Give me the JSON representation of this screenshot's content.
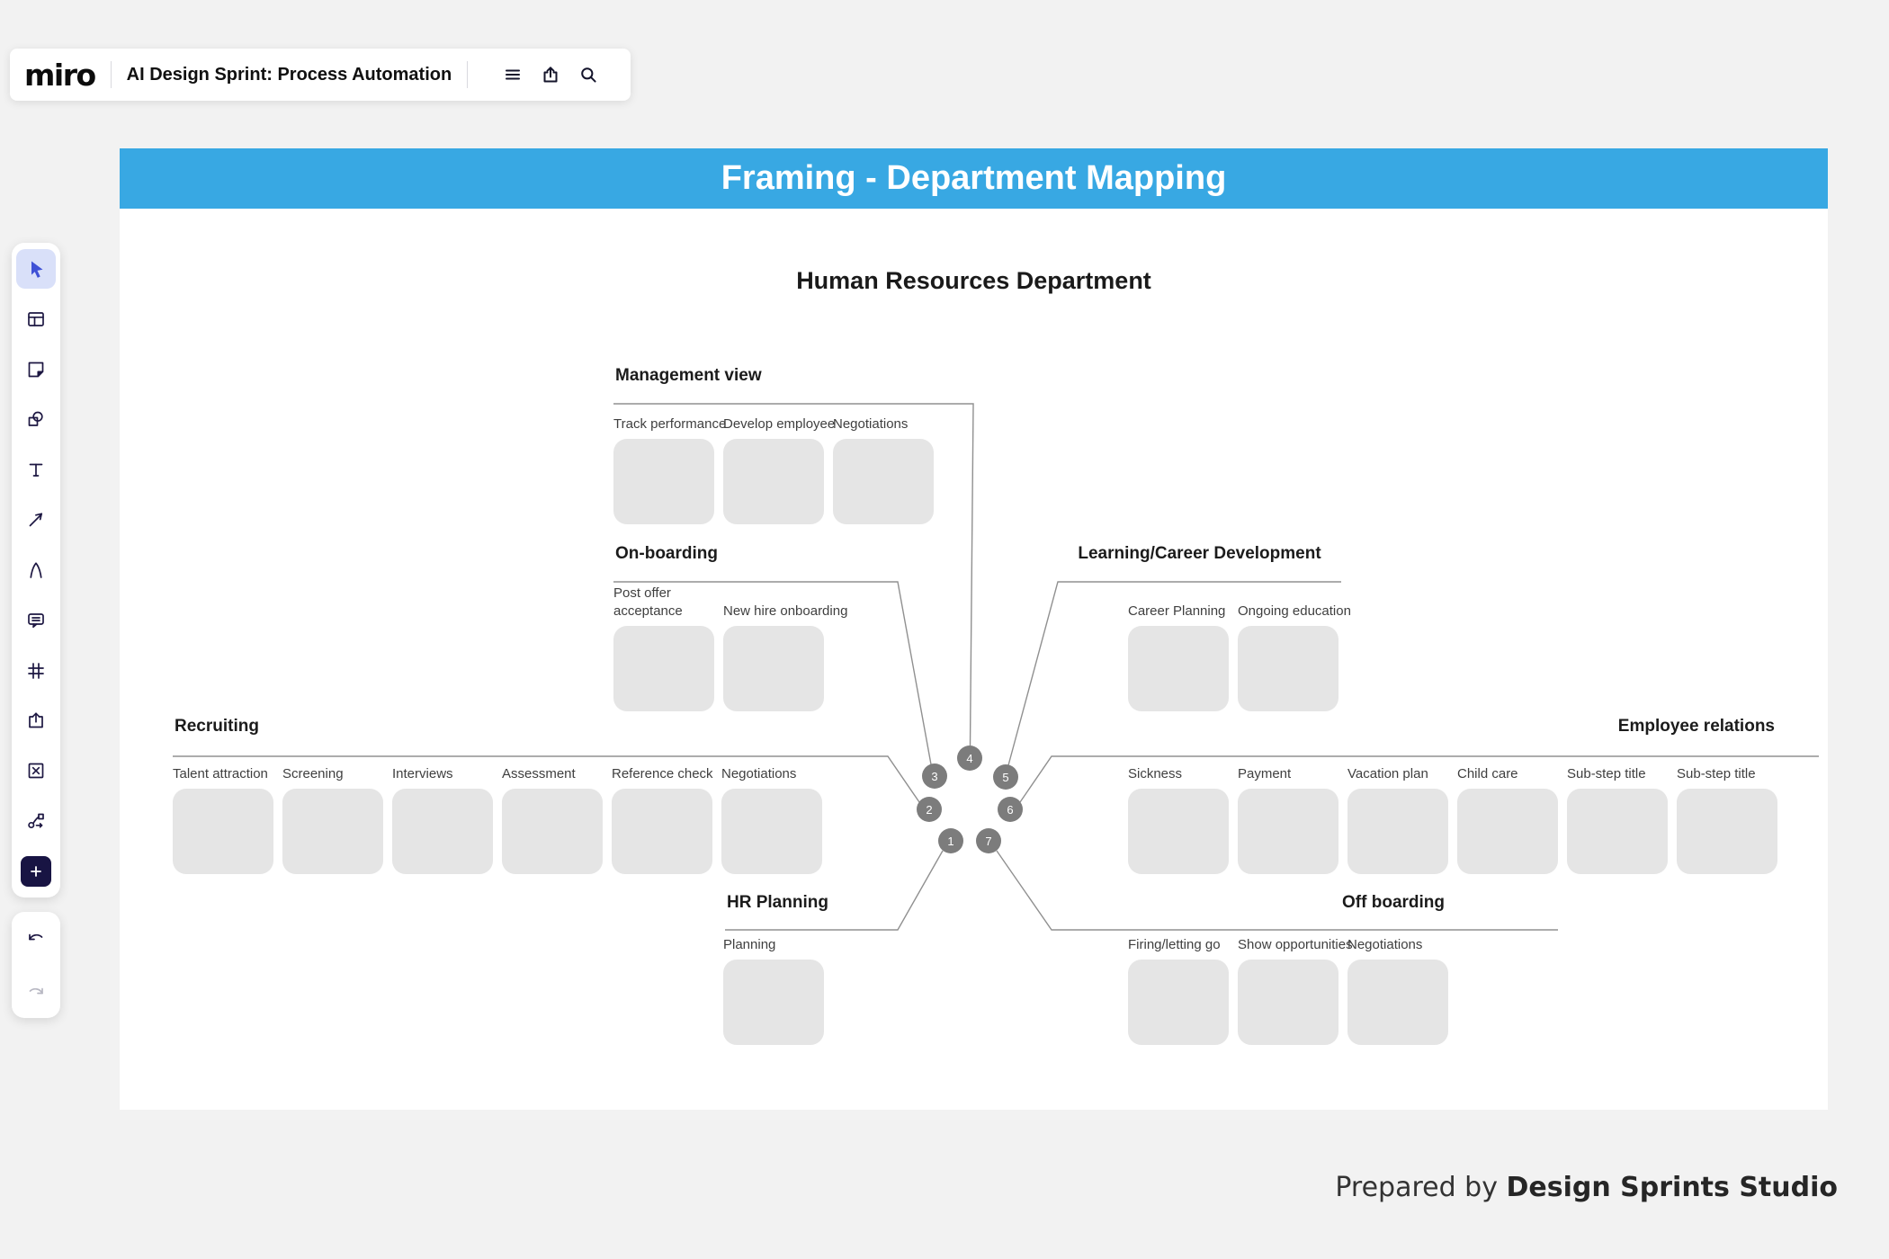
{
  "topbar": {
    "logo": "miro",
    "title": "AI Design Sprint: Process Automation"
  },
  "banner": {
    "title": "Framing - Department Mapping"
  },
  "board": {
    "title": "Human Resources Department",
    "sections": [
      {
        "title": "Management view",
        "cards": [
          "Track performance",
          "Develop employee",
          "Negotiations"
        ]
      },
      {
        "title": "On-boarding",
        "cards": [
          "Post offer acceptance",
          "New hire onboarding"
        ]
      },
      {
        "title": "Learning/Career Development",
        "cards": [
          "Career Planning",
          "Ongoing education"
        ]
      },
      {
        "title": "Recruiting",
        "cards": [
          "Talent attraction",
          "Screening",
          "Interviews",
          "Assessment",
          "Reference check",
          "Negotiations"
        ]
      },
      {
        "title": "Employee relations",
        "cards": [
          "Sickness",
          "Payment",
          "Vacation plan",
          "Child care",
          "Sub-step title",
          "Sub-step title"
        ]
      },
      {
        "title": "HR Planning",
        "cards": [
          "Planning"
        ]
      },
      {
        "title": "Off boarding",
        "cards": [
          "Firing/letting go",
          "Show opportunities",
          "Negotiations"
        ]
      }
    ],
    "nodes": [
      "1",
      "2",
      "3",
      "4",
      "5",
      "6",
      "7"
    ]
  },
  "footer": {
    "prefix": "Prepared by ",
    "studio": "Design Sprints Studio"
  },
  "colors": {
    "banner_blue": "#38A8E3",
    "card_gray": "#E5E5E5",
    "node_gray": "#7C7C7C",
    "selected_tool_bg": "#D9E0F9",
    "cursor_blue": "#3F51D6",
    "icon_navy": "#1D1742"
  },
  "icons": {
    "topbar": [
      "menu-icon",
      "share-icon",
      "search-icon"
    ],
    "toolbar": [
      "cursor-icon",
      "templates-icon",
      "sticky-note-icon",
      "shapes-icon",
      "text-icon",
      "arrow-icon",
      "pen-icon",
      "comment-icon",
      "frame-icon",
      "export-icon",
      "embed-box-icon",
      "connector-icon",
      "add-icon",
      "undo-icon",
      "redo-icon"
    ]
  }
}
